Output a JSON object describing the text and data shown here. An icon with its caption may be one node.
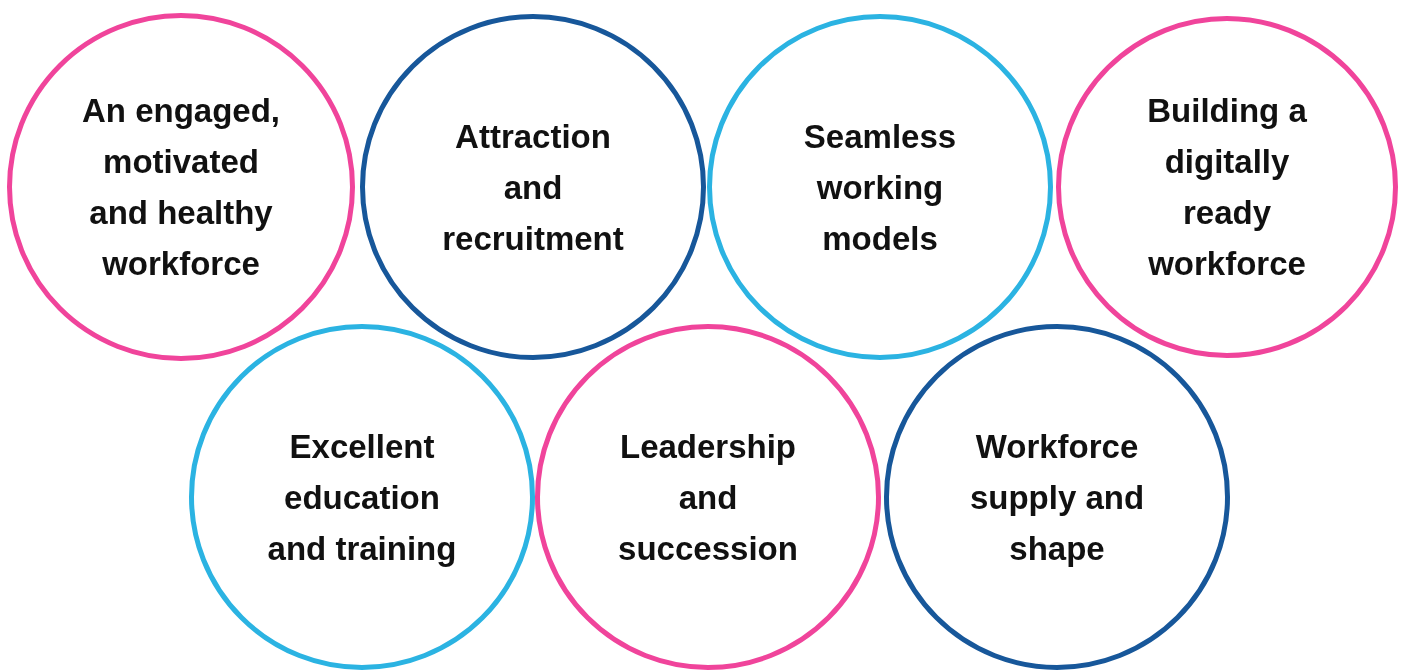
{
  "diagram": {
    "nodes": [
      {
        "text": [
          "An engaged, motivated and healthy workforce"
        ]
      },
      {
        "text": [
          "Attraction and recruitment"
        ]
      },
      {
        "text": [
          "Seamless working models"
        ]
      },
      {
        "text": [
          "Building a digitally ready workforce"
        ]
      },
      {
        "text": [
          "Excellent education and training"
        ]
      },
      {
        "text": [
          "Leadership and succession"
        ]
      },
      {
        "text": [
          "Workforce supply and shape"
        ]
      }
    ]
  }
}
